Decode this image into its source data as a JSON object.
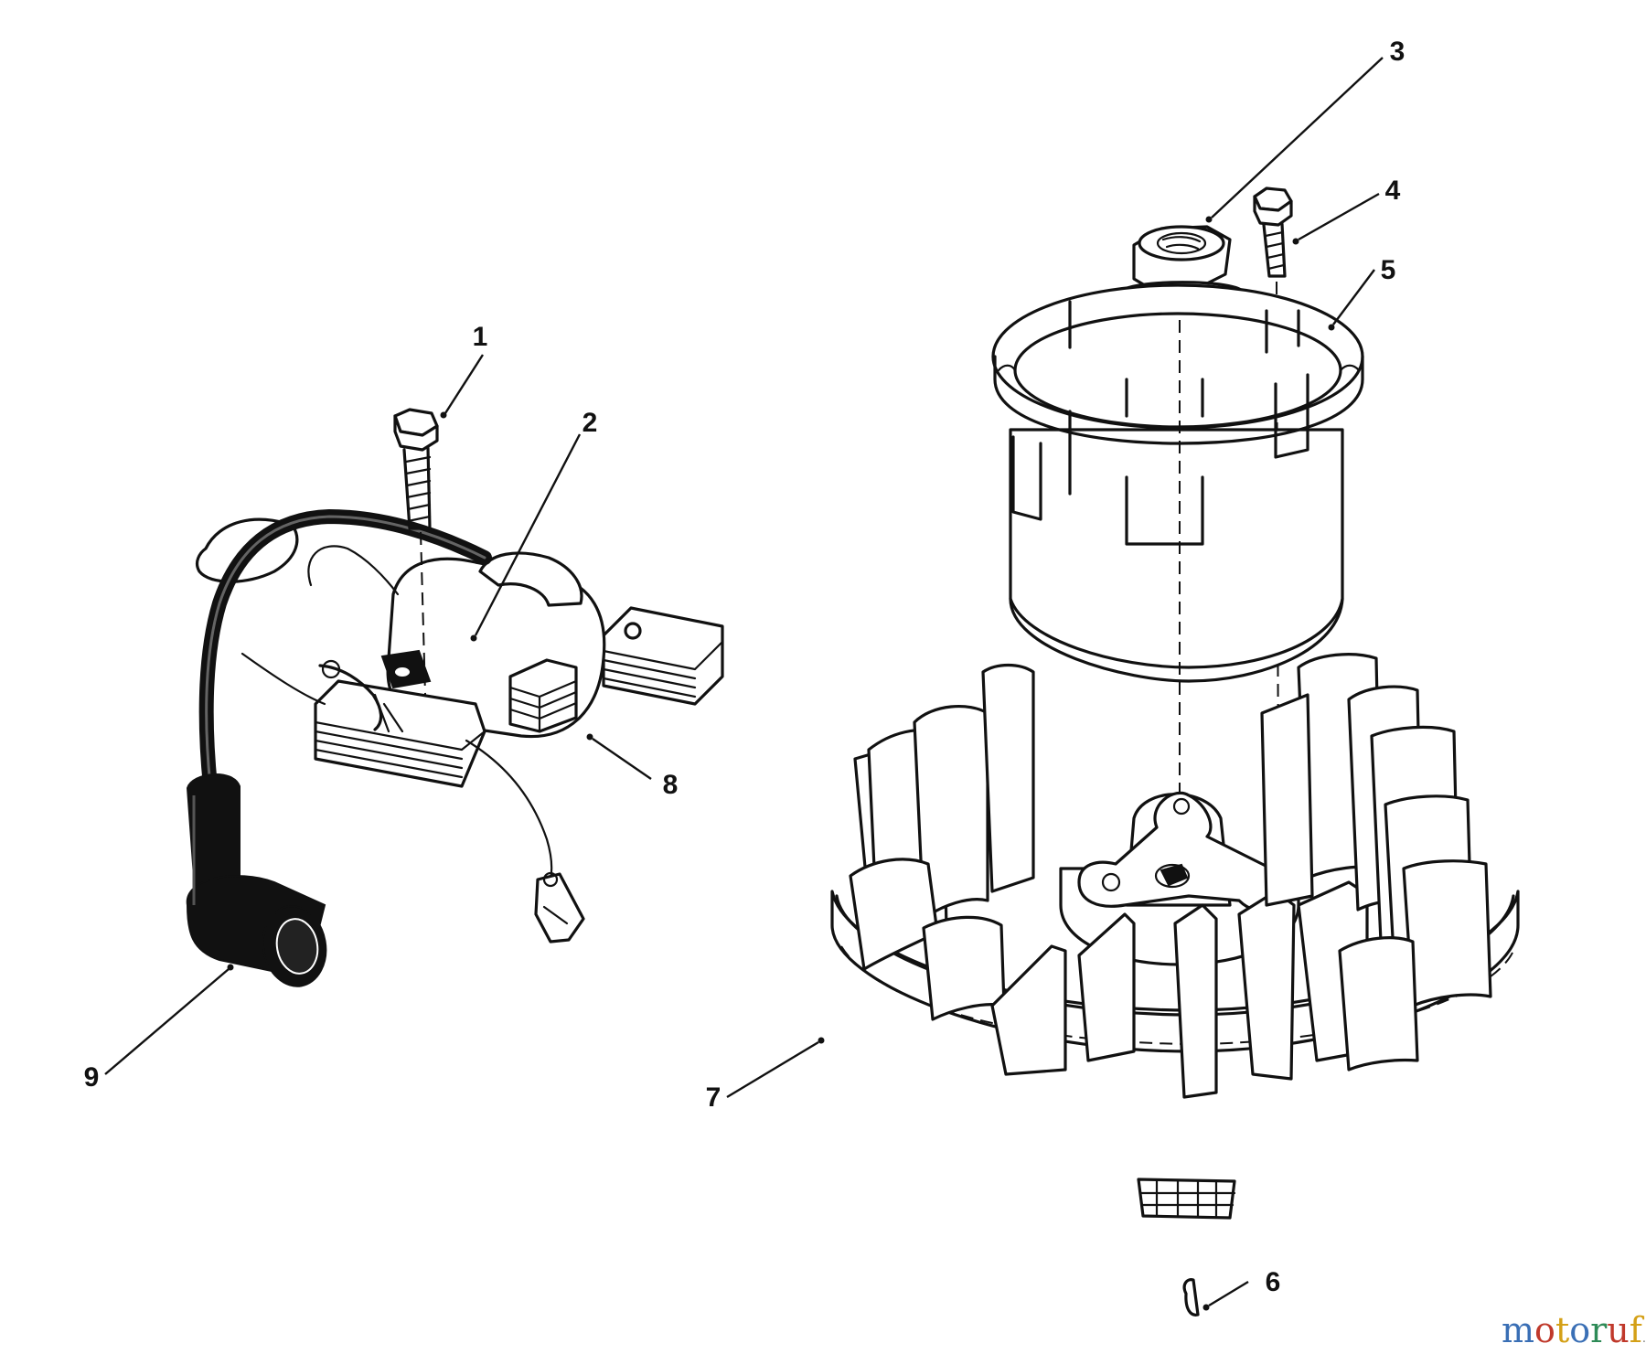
{
  "callouts": [
    {
      "id": "1",
      "label": "1"
    },
    {
      "id": "2",
      "label": "2"
    },
    {
      "id": "3",
      "label": "3"
    },
    {
      "id": "4",
      "label": "4"
    },
    {
      "id": "5",
      "label": "5"
    },
    {
      "id": "6",
      "label": "6"
    },
    {
      "id": "7",
      "label": "7"
    },
    {
      "id": "8",
      "label": "8"
    },
    {
      "id": "9",
      "label": "9"
    }
  ],
  "watermark": {
    "letters": [
      "m",
      "o",
      "t",
      "o",
      "r",
      "u",
      "f"
    ],
    "letter_colors": [
      "#3a6fb5",
      "#c0392b",
      "#d4a017",
      "#3a6fb5",
      "#2e8b57",
      "#c0392b",
      "#d4a017"
    ],
    "suffix": ".de"
  }
}
